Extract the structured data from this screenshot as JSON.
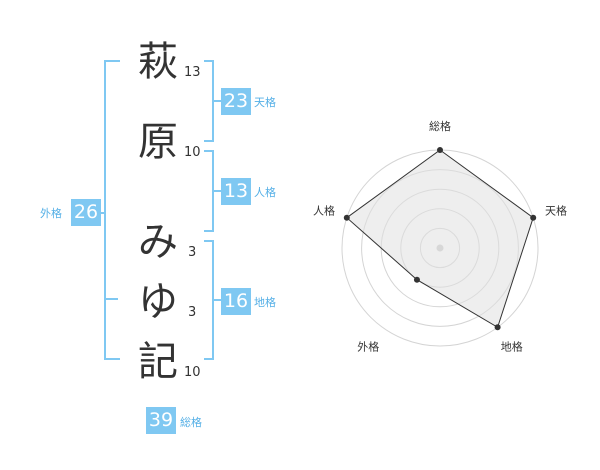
{
  "name": {
    "chars": [
      {
        "char": "萩",
        "strokes": "13"
      },
      {
        "char": "原",
        "strokes": "10"
      },
      {
        "char": "み",
        "strokes": "3"
      },
      {
        "char": "ゆ",
        "strokes": "3"
      },
      {
        "char": "記",
        "strokes": "10"
      }
    ]
  },
  "fortune": {
    "tenkaku": {
      "label": "天格",
      "value": "23"
    },
    "jinkaku": {
      "label": "人格",
      "value": "13"
    },
    "chikaku": {
      "label": "地格",
      "value": "16"
    },
    "gaikaku": {
      "label": "外格",
      "value": "26"
    },
    "soukaku": {
      "label": "総格",
      "value": "39"
    }
  },
  "chart_data": {
    "type": "radar",
    "axes": [
      "総格",
      "天格",
      "地格",
      "外格",
      "人格"
    ],
    "values": [
      5,
      5,
      5,
      2,
      5
    ],
    "rmax": 5,
    "rings": 5,
    "colors": {
      "fill": "#e0e0e0",
      "stroke": "#333333",
      "ring": "#d4d4d4",
      "point": "#333333"
    }
  }
}
